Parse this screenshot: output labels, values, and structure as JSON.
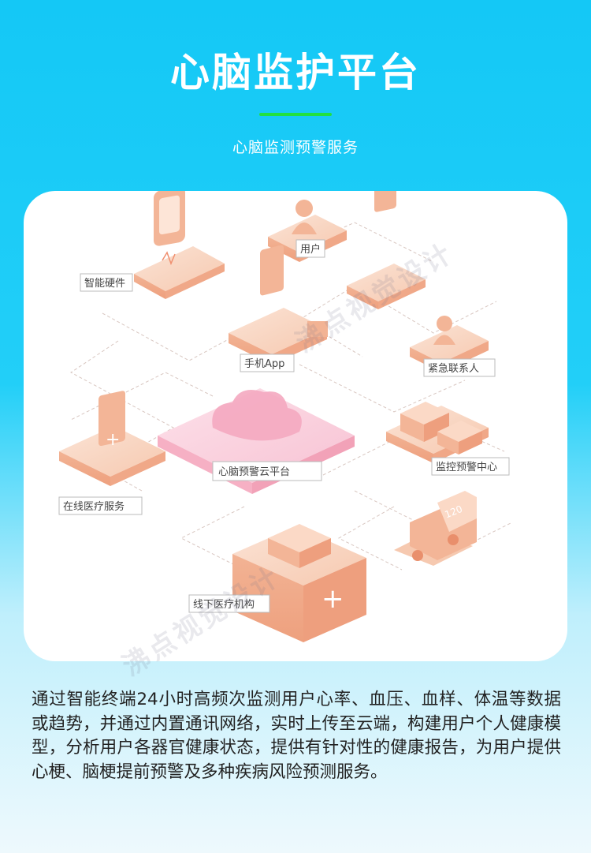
{
  "header": {
    "title": "心脑监护平台",
    "subtitle": "心脑监测预警服务"
  },
  "diagram": {
    "nodes": {
      "hardware": "智能硬件",
      "user": "用户",
      "app": "手机App",
      "contact": "紧急联系人",
      "cloud": "心脑预警云平台",
      "monitor": "监控预警中心",
      "online": "在线医疗服务",
      "offline": "线下医疗机构"
    },
    "ambulance_number": "120"
  },
  "watermark": "沸点视觉设计",
  "description": "通过智能终端24小时高频次监测用户心率、血压、血样、体温等数据或趋势，并通过内置通讯网络，实时上传至云端，构建用户个人健康模型，分析用户各器官健康状态，提供有针对性的健康报告，为用户提供心梗、脑梗提前预警及多种疾病风险预测服务。",
  "colors": {
    "background_top": "#14c8f6",
    "accent_line": "#22e040",
    "illustration_peach": "#f3c1a6",
    "cloud_pink": "#f4a8c0"
  }
}
